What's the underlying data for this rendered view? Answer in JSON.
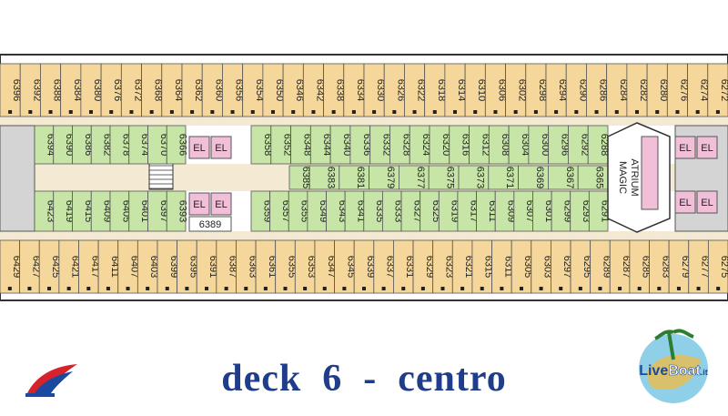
{
  "title": "deck  6  -  centro",
  "atrium_label": [
    "MAGIC",
    "ATRIUM"
  ],
  "elevator_label": "EL",
  "brand_logo_text": [
    "Live",
    "Boat",
    ".it"
  ],
  "colors": {
    "cabin_outer": "#f6d79b",
    "cabin_inner": "#c7e5a7",
    "elevator": "#f2bfd8",
    "corridor": "#f4ead3",
    "stairs": "#d4d4d4",
    "title": "#1f3d8a",
    "carnival_red": "#d6232b",
    "carnival_blue": "#1a4aa0"
  },
  "icons": [
    "carnival-logo-icon",
    "liveboat-logo-icon",
    "accessible-marker-icon",
    "star-marker-icon"
  ],
  "top_row": [
    "6396",
    "6392",
    "6388",
    "6384",
    "6380",
    "6376",
    "6372",
    "6368",
    "6364",
    "6362",
    "6360",
    "6356",
    "6354",
    "6350",
    "6346",
    "6342",
    "6338",
    "6334",
    "6330",
    "6326",
    "6322",
    "6318",
    "6314",
    "6310",
    "6306",
    "6302",
    "6298",
    "6294",
    "6290",
    "6286",
    "6284",
    "6282",
    "6280",
    "6276",
    "6274",
    "6272"
  ],
  "inner_upper_left": [
    "6394",
    "6390",
    "6386",
    "6382",
    "6378",
    "6374",
    "6370",
    "6366"
  ],
  "inner_upper_center": [
    "6358",
    "6352",
    "6348",
    "6344",
    "6340",
    "6336",
    "6332",
    "6328",
    "6324",
    "6320",
    "6316",
    "6312",
    "6308",
    "6304",
    "6300",
    "6296",
    "6292",
    "6288"
  ],
  "inner_lower_center_top": [
    "6383",
    "6381",
    "6379",
    "6377",
    "6375",
    "6373",
    "6371",
    "6369",
    "6367",
    "6365"
  ],
  "inner_lower_left": [
    "6423",
    "6419",
    "6415",
    "6409",
    "6405",
    "6401",
    "6397",
    "6393"
  ],
  "inner_lower_special": "6389",
  "inner_lower_center": [
    "6359",
    "6357",
    "6355",
    "6349",
    "6343",
    "6341",
    "6335",
    "6333",
    "6327",
    "6325",
    "6319",
    "6317",
    "6311",
    "6309",
    "6307",
    "6301",
    "6299",
    "6293",
    "6291"
  ],
  "inner_lower_center_385": "6385",
  "bottom_row": [
    "6429",
    "6427",
    "6425",
    "6421",
    "6417",
    "6411",
    "6407",
    "6403",
    "6399",
    "6395",
    "6391",
    "6387",
    "6363",
    "6361",
    "6355",
    "6353",
    "6347",
    "6345",
    "6339",
    "6337",
    "6331",
    "6329",
    "6323",
    "6321",
    "6315",
    "6311",
    "6305",
    "6303",
    "6297",
    "6295",
    "6289",
    "6287",
    "6285",
    "6283",
    "6279",
    "6277",
    "6275"
  ]
}
